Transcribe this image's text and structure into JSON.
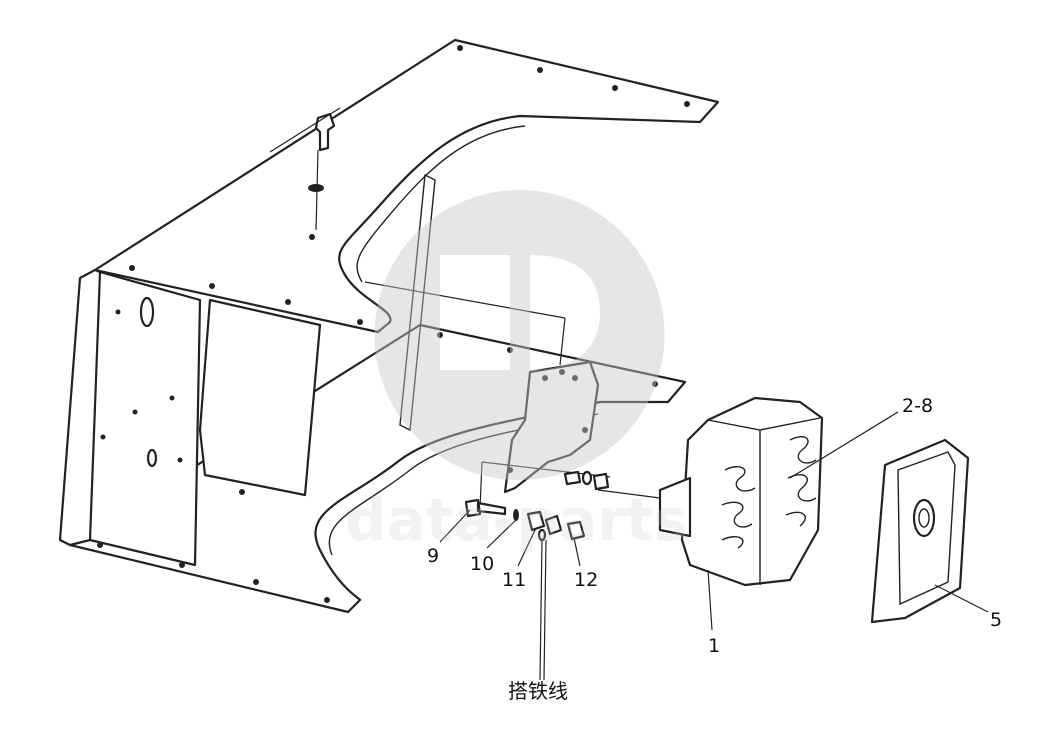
{
  "callouts": {
    "c9": "9",
    "c10": "10",
    "c11": "11",
    "c12": "12",
    "c1": "1",
    "c2_8": "2-8",
    "c5": "5",
    "ground_wire": "搭铁线"
  },
  "watermark": {
    "text": "data-parts",
    "color": "#c8c8c8"
  }
}
